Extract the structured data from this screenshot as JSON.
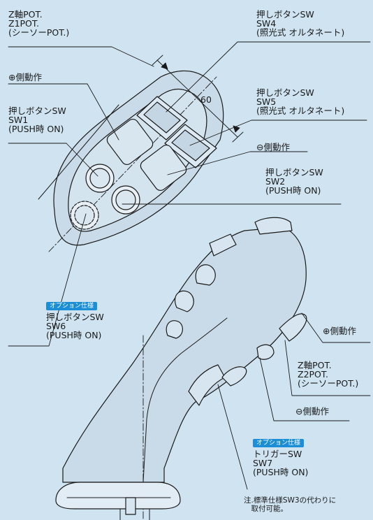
{
  "badges": {
    "option": "オプション仕様"
  },
  "labels": {
    "z1_pot": "Z軸POT.\nZ1POT.\n(シーソーPOT.)",
    "sw4": "押しボタンSW\nSW4\n(照光式 オルタネート)",
    "plus_top": "⊕側動作",
    "dim_60": "60",
    "sw5": "押しボタンSW\nSW5\n(照光式 オルタネート)",
    "sw1": "押しボタンSW\nSW1\n(PUSH時 ON)",
    "minus_top": "⊖側動作",
    "sw2": "押しボタンSW\nSW2\n(PUSH時 ON)",
    "sw6": "押しボタンSW\nSW6\n(PUSH時 ON)",
    "plus_bottom": "⊕側動作",
    "z2_pot": "Z軸POT.\nZ2POT.\n(シーソーPOT.)",
    "minus_bottom": "⊖側動作",
    "sw7": "トリガーSW\nSW7\n(PUSH時 ON)",
    "note": "注.標準仕様SW3の代わりに\n　取付可能。"
  },
  "colors": {
    "background": "#cfe3f1",
    "line": "#1a1a1a",
    "badge": "#1b8ed6"
  }
}
